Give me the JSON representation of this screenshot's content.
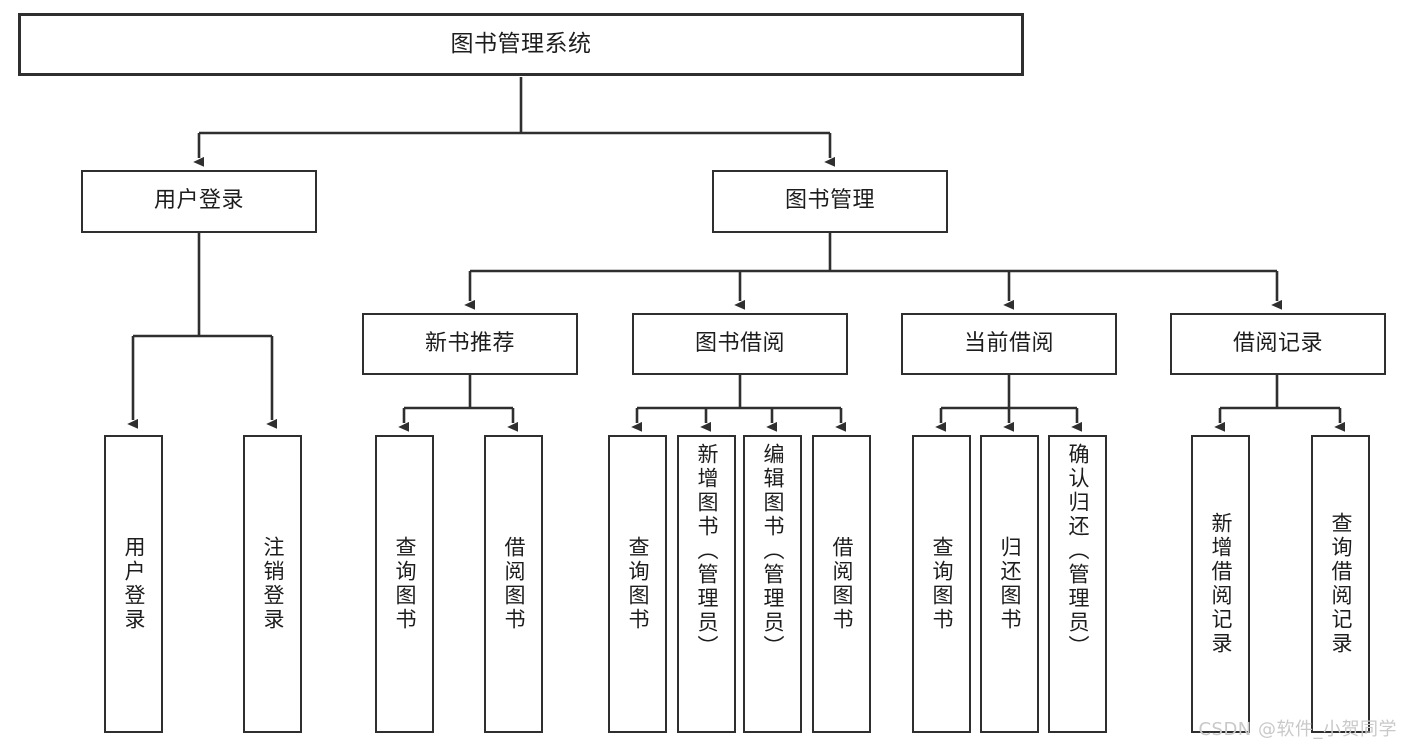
{
  "diagram": {
    "type": "tree",
    "title": "图书管理系统",
    "watermark": "CSDN @软件_小贺同学",
    "colors": {
      "box_border": "#2f2f2f",
      "box_fill": "#ffffff",
      "connector": "#2f2f2f",
      "text": "#1d1d1d",
      "watermark": "#c9c9c9"
    },
    "nodes": {
      "root": {
        "label": "图书管理系统"
      },
      "level2": [
        {
          "id": "user-login",
          "label": "用户登录"
        },
        {
          "id": "book-manage",
          "label": "图书管理"
        }
      ],
      "level3": [
        {
          "id": "new-book-recommend",
          "label": "新书推荐"
        },
        {
          "id": "book-borrow",
          "label": "图书借阅"
        },
        {
          "id": "current-borrow",
          "label": "当前借阅"
        },
        {
          "id": "borrow-record",
          "label": "借阅记录"
        }
      ],
      "leaves": {
        "user_login": [
          {
            "id": "leaf-user-login",
            "label": "用户登录"
          },
          {
            "id": "leaf-logout-login",
            "label": "注销登录"
          }
        ],
        "new_book_recommend": [
          {
            "id": "leaf-query-book-1",
            "label": "查询图书"
          },
          {
            "id": "leaf-borrow-book-1",
            "label": "借阅图书"
          }
        ],
        "book_borrow": [
          {
            "id": "leaf-query-book-2",
            "label": "查询图书"
          },
          {
            "id": "leaf-add-book",
            "label": "新增图书（管理员）"
          },
          {
            "id": "leaf-edit-book",
            "label": "编辑图书（管理员）"
          },
          {
            "id": "leaf-borrow-book-2",
            "label": "借阅图书"
          }
        ],
        "current_borrow": [
          {
            "id": "leaf-query-book-3",
            "label": "查询图书"
          },
          {
            "id": "leaf-return-book",
            "label": "归还图书"
          },
          {
            "id": "leaf-confirm-return",
            "label": "确认归还（管理员）"
          }
        ],
        "borrow_record": [
          {
            "id": "leaf-add-record",
            "label": "新增借阅记录"
          },
          {
            "id": "leaf-query-record",
            "label": "查询借阅记录"
          }
        ]
      }
    },
    "edges": [
      {
        "from": "root",
        "to": "user-login"
      },
      {
        "from": "root",
        "to": "book-manage"
      },
      {
        "from": "user-login",
        "to": "leaf-user-login"
      },
      {
        "from": "user-login",
        "to": "leaf-logout-login"
      },
      {
        "from": "book-manage",
        "to": "new-book-recommend"
      },
      {
        "from": "book-manage",
        "to": "book-borrow"
      },
      {
        "from": "book-manage",
        "to": "current-borrow"
      },
      {
        "from": "book-manage",
        "to": "borrow-record"
      },
      {
        "from": "new-book-recommend",
        "to": "leaf-query-book-1"
      },
      {
        "from": "new-book-recommend",
        "to": "leaf-borrow-book-1"
      },
      {
        "from": "book-borrow",
        "to": "leaf-query-book-2"
      },
      {
        "from": "book-borrow",
        "to": "leaf-add-book"
      },
      {
        "from": "book-borrow",
        "to": "leaf-edit-book"
      },
      {
        "from": "book-borrow",
        "to": "leaf-borrow-book-2"
      },
      {
        "from": "current-borrow",
        "to": "leaf-query-book-3"
      },
      {
        "from": "current-borrow",
        "to": "leaf-return-book"
      },
      {
        "from": "current-borrow",
        "to": "leaf-confirm-return"
      },
      {
        "from": "borrow-record",
        "to": "leaf-add-record"
      },
      {
        "from": "borrow-record",
        "to": "leaf-query-record"
      }
    ]
  }
}
